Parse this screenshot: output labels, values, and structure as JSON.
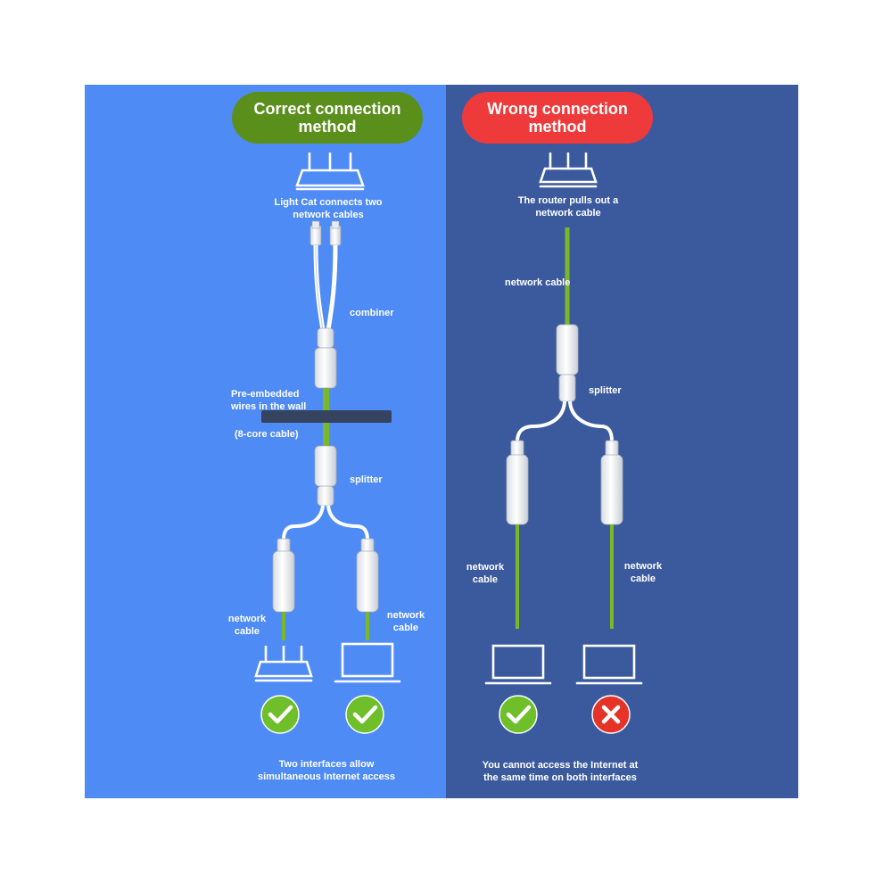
{
  "colors": {
    "left_bg": "#4f8bf5",
    "right_bg": "#3b5a9e",
    "correct_pill": "#5a8f1c",
    "wrong_pill": "#ee3a3a",
    "cable_green": "#7ab82a",
    "wall": "#36435e",
    "check": "#6ebf2a",
    "cross": "#e63328"
  },
  "left": {
    "title": "Correct connection\nmethod",
    "top_device_icon": "router-icon",
    "top_label": "Light Cat connects two\nnetwork cables",
    "combiner_label": "combiner",
    "wall_label": "Pre-embedded\nwires in the wall",
    "wall_sub_label": "(8-core cable)",
    "splitter_label": "splitter",
    "cable_left_label": "network\ncable",
    "cable_right_label": "network\ncable",
    "device_left_icon": "router-icon",
    "device_right_icon": "laptop-icon",
    "status_left": "check-icon",
    "status_right": "check-icon",
    "bottom_label": "Two interfaces allow\nsimultaneous Internet access"
  },
  "right": {
    "title": "Wrong connection\nmethod",
    "top_device_icon": "router-icon",
    "top_label": "The router pulls out a\nnetwork cable",
    "cable_top_label": "network cable",
    "splitter_label": "splitter",
    "cable_left_label": "network\ncable",
    "cable_right_label": "network\ncable",
    "device_left_icon": "laptop-icon",
    "device_right_icon": "laptop-icon",
    "status_left": "check-icon",
    "status_right": "cross-icon",
    "bottom_label": "You cannot access the Internet at\nthe same time on both interfaces"
  }
}
